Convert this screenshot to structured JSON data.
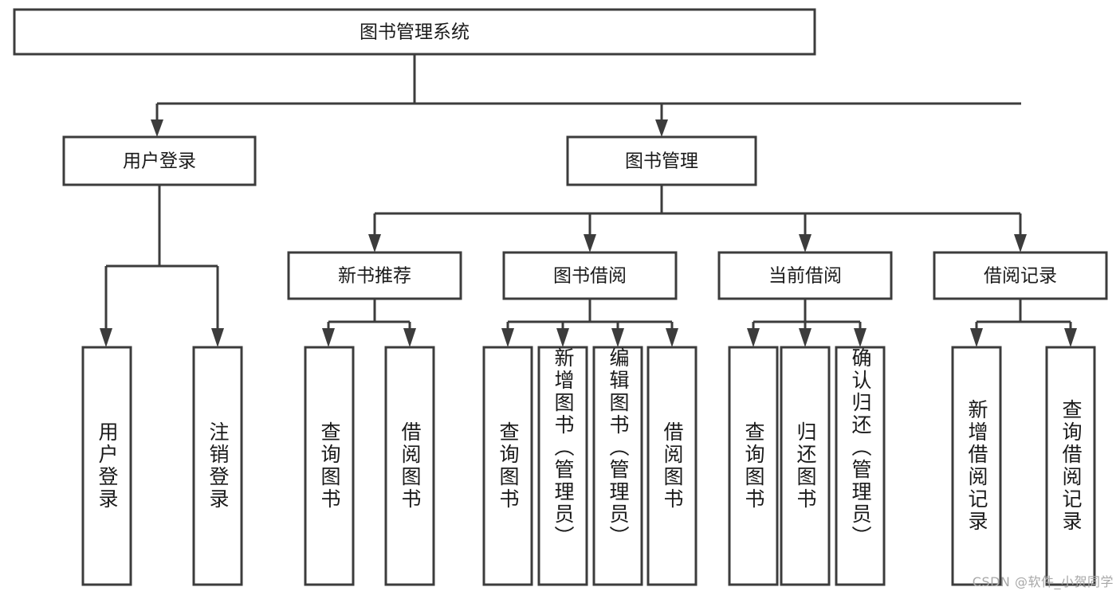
{
  "diagram": {
    "title": "图书管理系统",
    "type": "tree",
    "colors": {
      "box_stroke": "#3c3c3c",
      "box_fill": "#ffffff",
      "text": "#1a1a1a",
      "background": "#ffffff",
      "watermark": "#a8a8a8"
    },
    "root": {
      "id": "root",
      "label": "图书管理系统"
    },
    "level2": [
      {
        "id": "user-login",
        "label": "用户登录"
      },
      {
        "id": "book-manage",
        "label": "图书管理"
      }
    ],
    "level3": [
      {
        "id": "new-book-recommend",
        "label": "新书推荐",
        "parent": "book-manage"
      },
      {
        "id": "book-borrow",
        "label": "图书借阅",
        "parent": "book-manage"
      },
      {
        "id": "current-borrow",
        "label": "当前借阅",
        "parent": "book-manage"
      },
      {
        "id": "borrow-record",
        "label": "借阅记录",
        "parent": "book-manage"
      }
    ],
    "leaves": [
      {
        "id": "leaf-user-login",
        "label": "用户登录",
        "parent": "user-login"
      },
      {
        "id": "leaf-user-logout",
        "label": "注销登录",
        "parent": "user-login"
      },
      {
        "id": "leaf-query-book-1",
        "label": "查询图书",
        "parent": "new-book-recommend"
      },
      {
        "id": "leaf-borrow-book-1",
        "label": "借阅图书",
        "parent": "new-book-recommend"
      },
      {
        "id": "leaf-query-book-2",
        "label": "查询图书",
        "parent": "book-borrow"
      },
      {
        "id": "leaf-add-book",
        "label": "新增图书（管理员）",
        "parent": "book-borrow"
      },
      {
        "id": "leaf-edit-book",
        "label": "编辑图书（管理员）",
        "parent": "book-borrow"
      },
      {
        "id": "leaf-borrow-book-2",
        "label": "借阅图书",
        "parent": "book-borrow"
      },
      {
        "id": "leaf-query-book-3",
        "label": "查询图书",
        "parent": "current-borrow"
      },
      {
        "id": "leaf-return-book",
        "label": "归还图书",
        "parent": "current-borrow"
      },
      {
        "id": "leaf-confirm-return",
        "label": "确认归还（管理员）",
        "parent": "current-borrow"
      },
      {
        "id": "leaf-add-record",
        "label": "新增借阅记录",
        "parent": "borrow-record"
      },
      {
        "id": "leaf-query-record",
        "label": "查询借阅记录",
        "parent": "borrow-record"
      }
    ]
  },
  "watermark": {
    "text": "CSDN @软件_小贺同学"
  }
}
